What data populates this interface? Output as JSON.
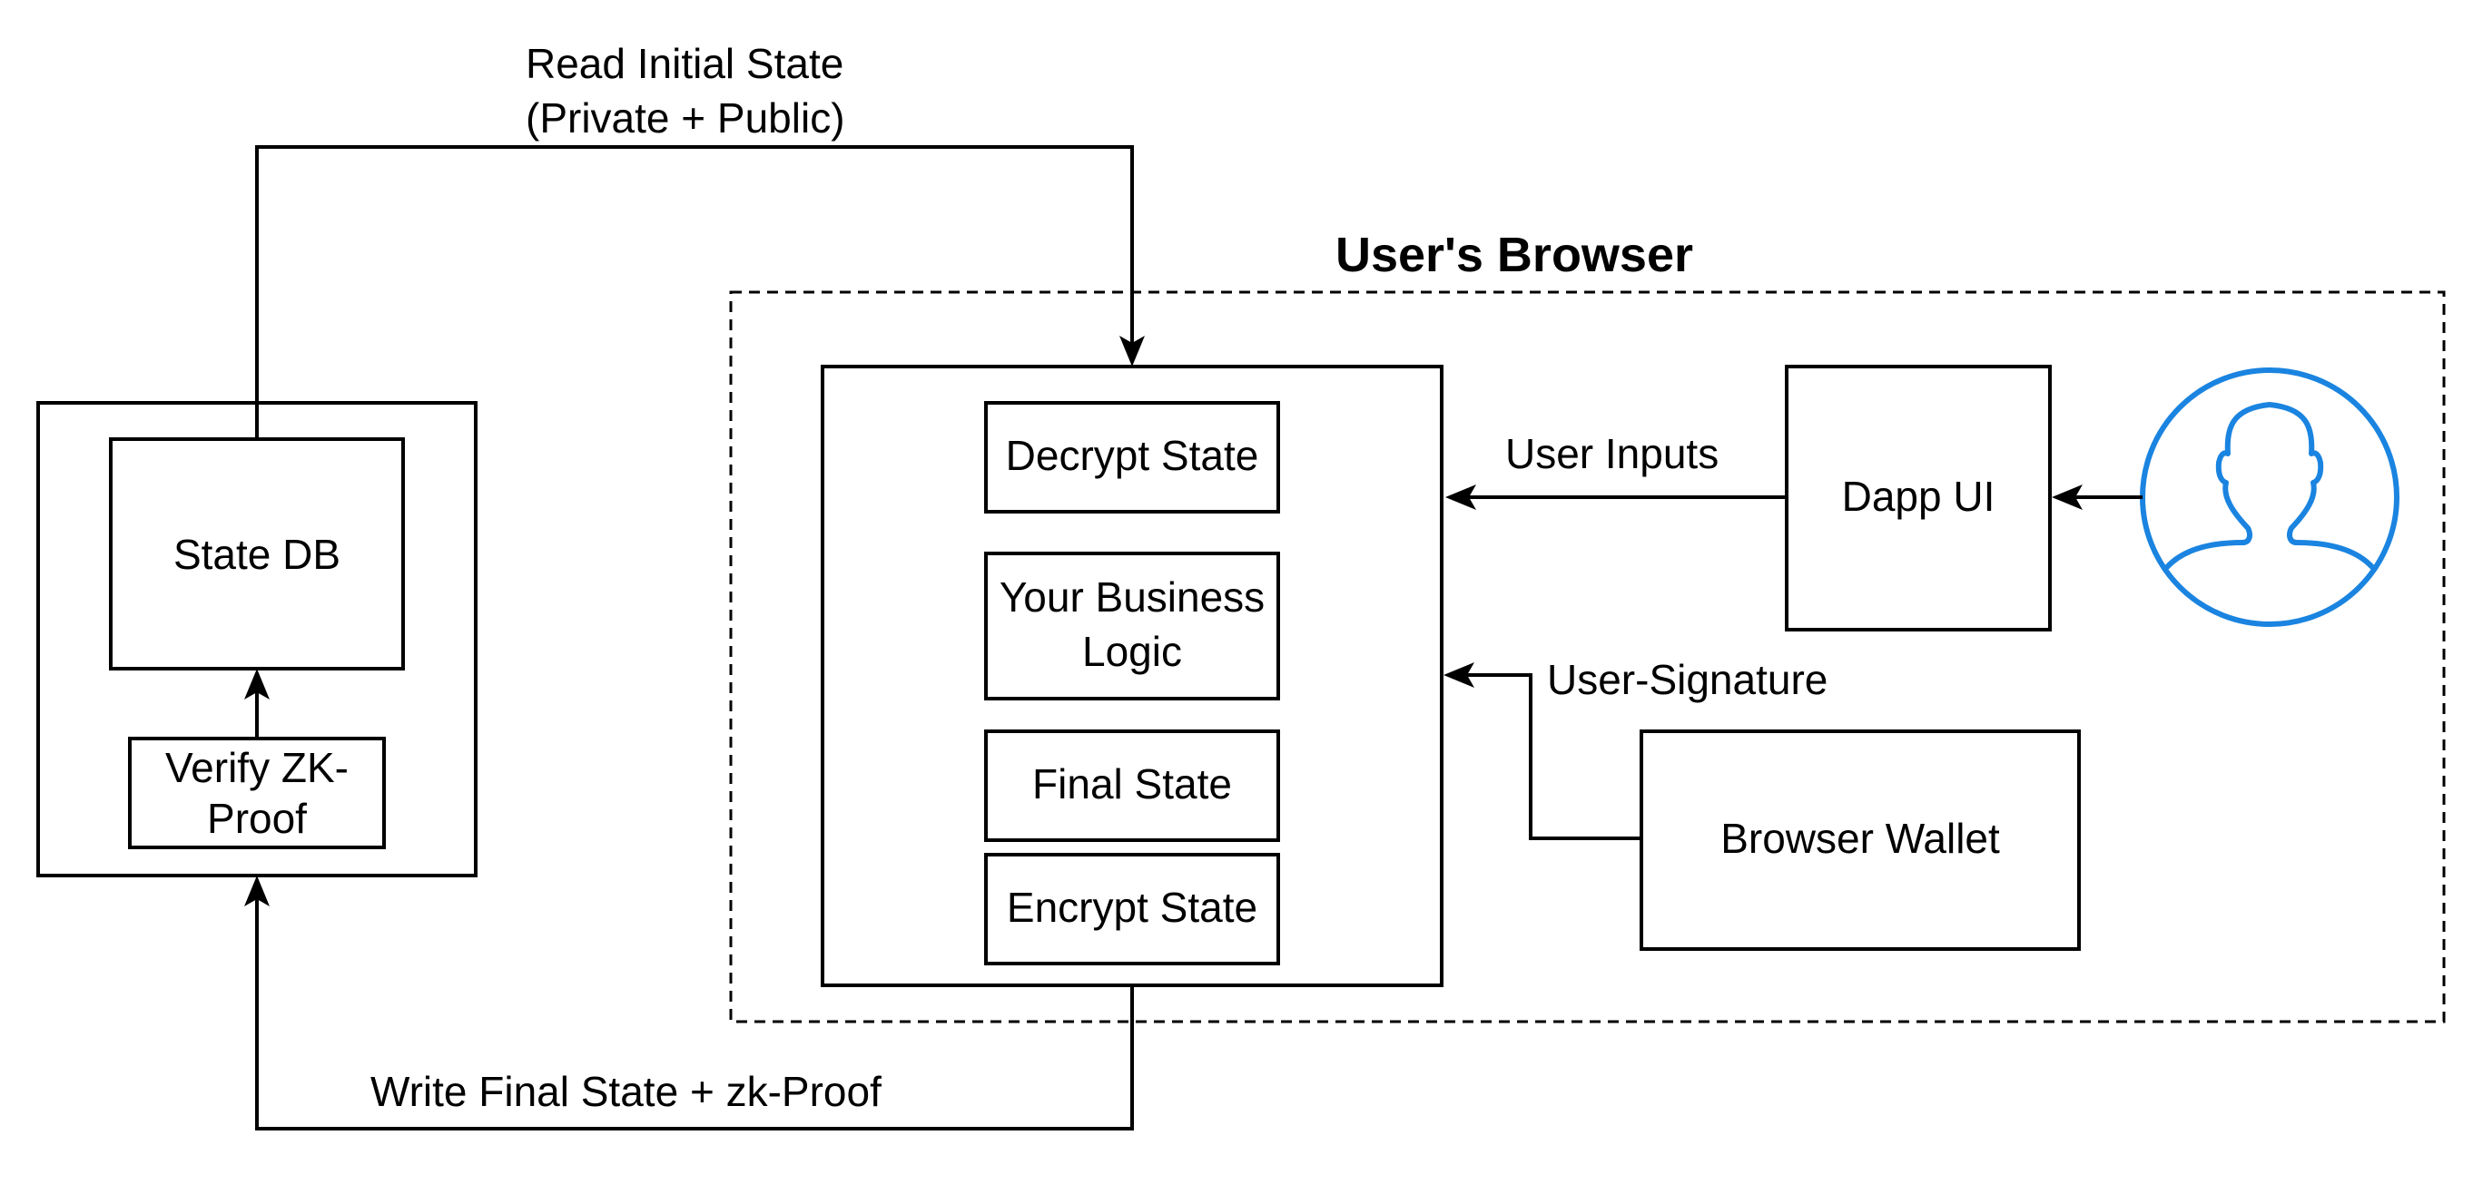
{
  "diagram": {
    "browser_title": "User's Browser",
    "edges": {
      "read_line1": "Read Initial State",
      "read_line2": "(Private + Public)",
      "write": "Write Final State + zk-Proof",
      "user_inputs": "User Inputs",
      "user_signature": "User-Signature"
    },
    "nodes": {
      "state_db": "State DB",
      "verify_line1": "Verify ZK-",
      "verify_line2": "Proof",
      "decrypt": "Decrypt State",
      "business_line1": "Your Business",
      "business_line2": "Logic",
      "final": "Final State",
      "encrypt": "Encrypt State",
      "dapp_ui": "Dapp UI",
      "wallet": "Browser Wallet"
    },
    "user_icon": "user-avatar-icon",
    "colors": {
      "line": "#000000",
      "user_icon": "#1a84e0",
      "background": "#ffffff"
    }
  }
}
